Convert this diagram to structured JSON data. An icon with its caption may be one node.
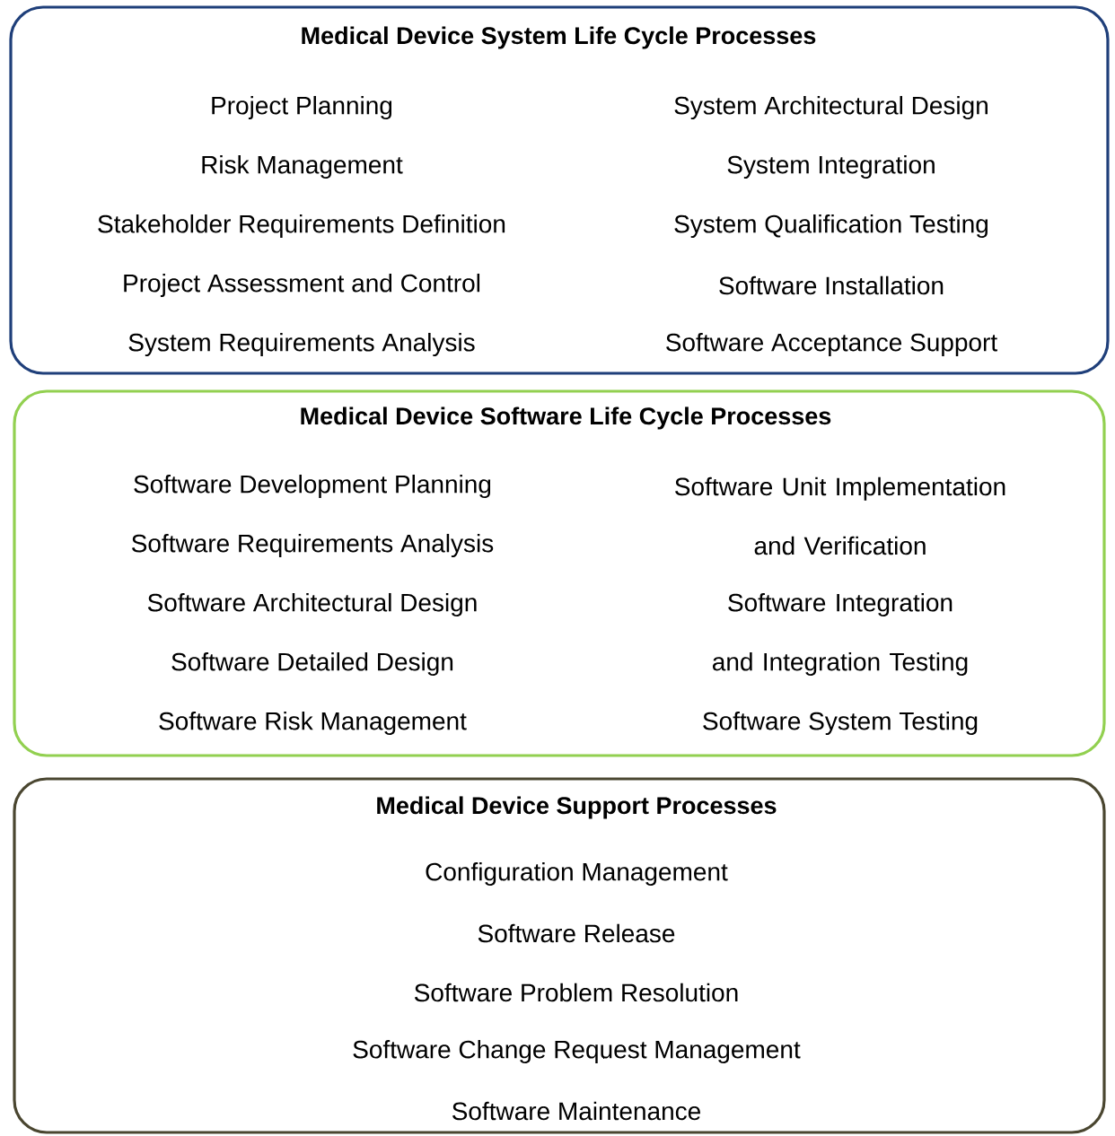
{
  "diagram": {
    "nodes": [
      {
        "text": [
          "Medical Device System Life Cycle Processes",
          "Project Planning",
          "Risk Management",
          "Stakeholder Requirements Definition",
          "Project Assessment and Control",
          "System Requirements Analysis",
          "System Architectural Design",
          "System Integration",
          "System Qualification Testing",
          "Software Installation",
          "Software Acceptance Support"
        ]
      },
      {
        "text": [
          "Medical Device Software Life Cycle Processes",
          "Software Development Planning",
          "Software Requirements Analysis",
          "Software Architectural Design",
          "Software Detailed Design",
          "Software Risk Management",
          "Software Unit Implementation and Verification",
          "Software Integration and Integration Testing",
          "Software System Testing"
        ]
      },
      {
        "text": [
          "Medical Device Support Processes",
          "Configuration Management",
          "Software Release",
          "Software Problem Resolution",
          "Software Change Request Management",
          "Software Maintenance"
        ]
      }
    ]
  }
}
